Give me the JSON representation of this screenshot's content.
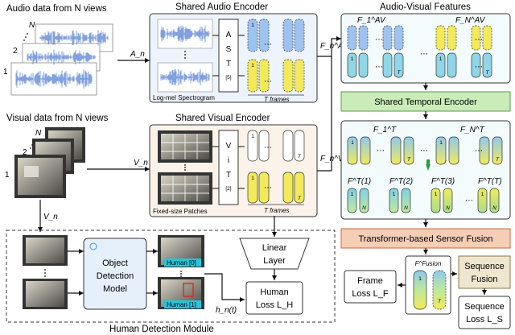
{
  "audio_input": {
    "title": "Audio data from N views",
    "view_labels": [
      "N",
      "2",
      "1"
    ],
    "arrow_label": "A_n"
  },
  "visual_input": {
    "title": "Visual data from N views",
    "view_labels": [
      "N",
      "2",
      "1"
    ],
    "arrow_label": "V_n",
    "down_label": "V_n"
  },
  "audio_encoder": {
    "title": "Shared Audio Encoder",
    "model_letters": [
      "A",
      "S",
      "T"
    ],
    "citation": "[5]",
    "spectrogram_caption": "Log-mel Spectrogram",
    "frames_caption": "T frames",
    "output_label": "F_n^A",
    "ellipsis": "⋯",
    "token_first": "1",
    "token_last": "T"
  },
  "visual_encoder": {
    "title": "Shared Visual Encoder",
    "model_letters": [
      "V",
      "i",
      "T"
    ],
    "citation": "[2]",
    "patch_caption": "Fixed-size Patches",
    "frames_caption": "T frames",
    "output_label": "F_n^V",
    "ellipsis": "⋯",
    "token_first": "1",
    "token_last": "T"
  },
  "av_features": {
    "title": "Audio-Visual Features",
    "left_label": "F_1^AV",
    "right_label": "F_N^AV",
    "token_first": "1",
    "token_last": "T",
    "ellipsis": "⋯"
  },
  "temporal_encoder": {
    "label": "Shared Temporal Encoder",
    "left_label": "F_1^T",
    "right_label": "F_N^T",
    "time_labels": [
      "F^T(1)",
      "F^T(2)",
      "F^T(3)",
      "F^T(T)"
    ],
    "token_first": "1",
    "token_last": "T",
    "token_n": "N",
    "ellipsis": "⋯"
  },
  "fusion": {
    "label": "Transformer-based Sensor Fusion",
    "fusion_label": "F^Fusion",
    "frame_loss_top": "Frame",
    "frame_loss_bottom": "Loss L_F",
    "sequence_fusion_top": "Sequence",
    "sequence_fusion_bottom": "Fusion",
    "sequence_loss_top": "Sequence",
    "sequence_loss_bottom": "Loss L_S",
    "token_first": "1",
    "token_last": "T"
  },
  "human_detection": {
    "title": "Human Detection Module",
    "object_model_lines": [
      "Object",
      "Detection",
      "Model"
    ],
    "badge_top": "Human [0]",
    "badge_bottom": "Human [1]",
    "linear_layer_lines": [
      "Linear",
      "Layer"
    ],
    "human_loss_top": "Human",
    "human_loss_bottom": "Loss L_H",
    "h_label": "h_n(t)"
  },
  "colors": {
    "audio_blue": "#9fc3f0",
    "token_yellow": "#f2ea5a",
    "token_green": "#a9dfa0",
    "token_cyan": "#8fd6e6",
    "temporal_green": "#c9ecb9",
    "fusion_orange": "#f6cdb5",
    "seq_fusion_beige": "#efe6cf",
    "panel_border": "#2a2a2a",
    "badge_cyan": "#26c6da",
    "detect_red": "#e02020"
  }
}
